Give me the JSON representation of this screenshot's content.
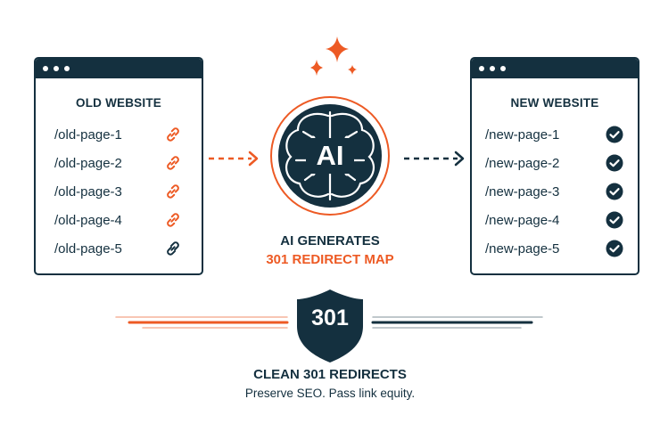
{
  "colors": {
    "navy": "#14303f",
    "orange": "#ed5a24",
    "white": "#ffffff"
  },
  "old_site": {
    "title": "OLD WEBSITE",
    "pages": [
      "/old-page-1",
      "/old-page-2",
      "/old-page-3",
      "/old-page-4",
      "/old-page-5"
    ],
    "icon": "link-icon"
  },
  "new_site": {
    "title": "NEW WEBSITE",
    "pages": [
      "/new-page-1",
      "/new-page-2",
      "/new-page-3",
      "/new-page-4",
      "/new-page-5"
    ],
    "icon": "check-circle-icon"
  },
  "ai": {
    "badge": "AI",
    "caption_line1": "AI GENERATES",
    "caption_line2": "301 REDIRECT MAP"
  },
  "shield": {
    "code": "301"
  },
  "footer": {
    "title": "CLEAN 301 REDIRECTS",
    "subtitle": "Preserve SEO. Pass link equity."
  }
}
